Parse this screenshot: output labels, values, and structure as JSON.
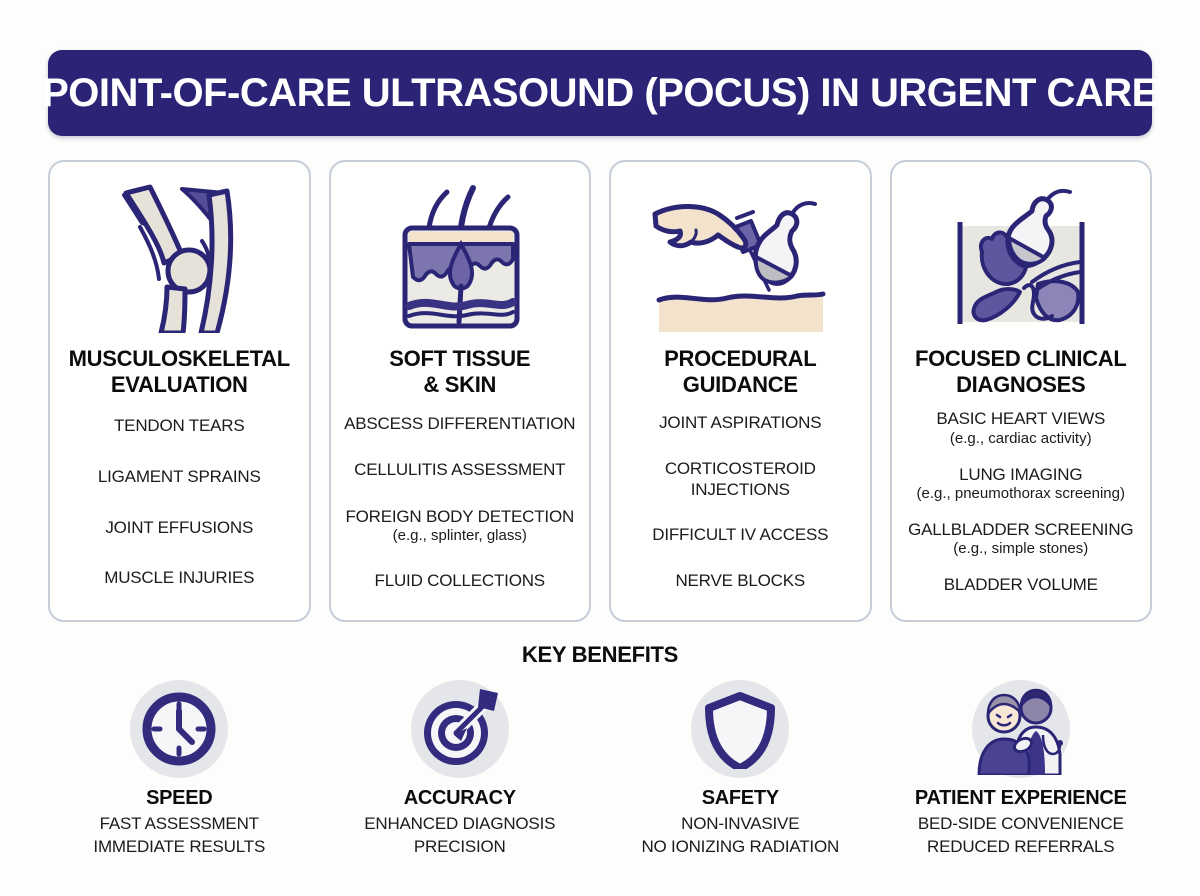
{
  "header": {
    "title": "POINT-OF-CARE ULTRASOUND (POCUS) IN URGENT CARE"
  },
  "colors": {
    "banner_bg": "#2a2376",
    "banner_text": "#ffffff",
    "icon_navy": "#2b2576",
    "icon_purple": "#5d56a0",
    "icon_light_purple": "#7d75ad",
    "icon_tan": "#f3e2cc",
    "icon_bone": "#e6e2d9",
    "card_border": "#c6cdd8",
    "benefit_circle_bg": "#e4e6ea",
    "body_text": "#1b1b1b"
  },
  "cards": [
    {
      "icon": "knee-joint-icon",
      "title": "MUSCULOSKELETAL\nEVALUATION",
      "items": [
        {
          "text": "TENDON TEARS"
        },
        {
          "text": "LIGAMENT SPRAINS"
        },
        {
          "text": "JOINT EFFUSIONS"
        },
        {
          "text": "MUSCLE INJURIES"
        }
      ]
    },
    {
      "icon": "skin-layers-icon",
      "title": "SOFT TISSUE\n& SKIN",
      "items": [
        {
          "text": "ABSCESS DIFFERENTIATION"
        },
        {
          "text": "CELLULITIS ASSESSMENT"
        },
        {
          "text": "FOREIGN BODY DETECTION",
          "note": "(e.g., splinter, glass)"
        },
        {
          "text": "FLUID COLLECTIONS"
        }
      ]
    },
    {
      "icon": "needle-probe-icon",
      "title": "PROCEDURAL\nGUIDANCE",
      "items": [
        {
          "text": "JOINT ASPIRATIONS"
        },
        {
          "text": "CORTICOSTEROID INJECTIONS"
        },
        {
          "text": "DIFFICULT IV ACCESS"
        },
        {
          "text": "NERVE BLOCKS"
        }
      ]
    },
    {
      "icon": "organs-probe-icon",
      "title": "FOCUSED CLINICAL\nDIAGNOSES",
      "items": [
        {
          "text": "BASIC HEART VIEWS",
          "note": "(e.g., cardiac activity)"
        },
        {
          "text": "LUNG IMAGING",
          "note": "(e.g., pneumothorax screening)"
        },
        {
          "text": "GALLBLADDER SCREENING",
          "note": "(e.g., simple stones)"
        },
        {
          "text": "BLADDER VOLUME"
        }
      ]
    }
  ],
  "benefits": {
    "heading": "KEY BENEFITS",
    "items": [
      {
        "icon": "clock-icon",
        "title": "SPEED",
        "description": "FAST ASSESSMENT\nIMMEDIATE RESULTS"
      },
      {
        "icon": "target-icon",
        "title": "ACCURACY",
        "description": "ENHANCED DIAGNOSIS\nPRECISION"
      },
      {
        "icon": "shield-icon",
        "title": "SAFETY",
        "description": "NON-INVASIVE\nNO IONIZING RADIATION"
      },
      {
        "icon": "people-icon",
        "title": "PATIENT EXPERIENCE",
        "description": "BED-SIDE CONVENIENCE\nREDUCED REFERRALS"
      }
    ]
  }
}
